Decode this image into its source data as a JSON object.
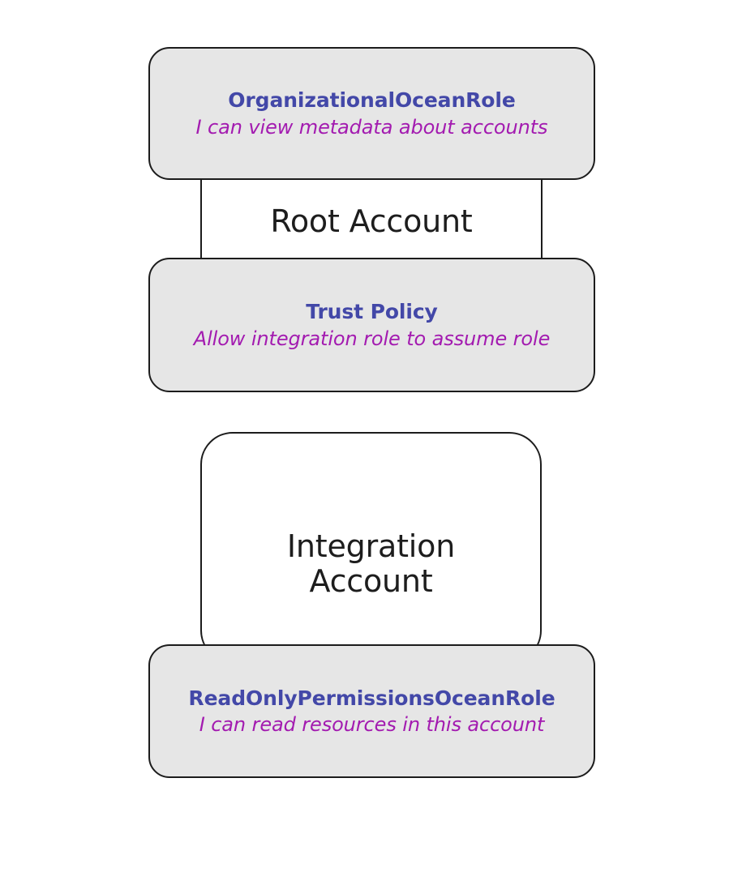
{
  "diagram": {
    "type": "aws-cross-account-role-diagram",
    "background_color": "#ffffff",
    "accounts": [
      {
        "id": "root-account",
        "label": "Root Account",
        "fill_color": "#ffffff",
        "border_color": "#1c1c1c"
      },
      {
        "id": "integration-account",
        "label": "Integration\nAccount",
        "fill_color": "#ffffff",
        "border_color": "#1c1c1c"
      }
    ],
    "boxes": [
      {
        "id": "organizational-ocean-role",
        "title": "OrganizationalOceanRole",
        "subtitle": "I can view metadata about accounts",
        "account": "root-account",
        "fill_color": "#e6e6e6",
        "border_color": "#1c1c1c",
        "title_color": "#4348a8",
        "subtitle_color": "#a31bb0"
      },
      {
        "id": "trust-policy",
        "title": "Trust Policy",
        "subtitle": "Allow integration role to assume role",
        "account": "root-account",
        "fill_color": "#e6e6e6",
        "border_color": "#1c1c1c",
        "title_color": "#4348a8",
        "subtitle_color": "#a31bb0"
      },
      {
        "id": "readonly-permissions-ocean-role",
        "title": "ReadOnlyPermissionsOceanRole",
        "subtitle": "I can read resources in this account",
        "account": "integration-account",
        "fill_color": "#e6e6e6",
        "border_color": "#1c1c1c",
        "title_color": "#4348a8",
        "subtitle_color": "#a31bb0"
      }
    ]
  }
}
